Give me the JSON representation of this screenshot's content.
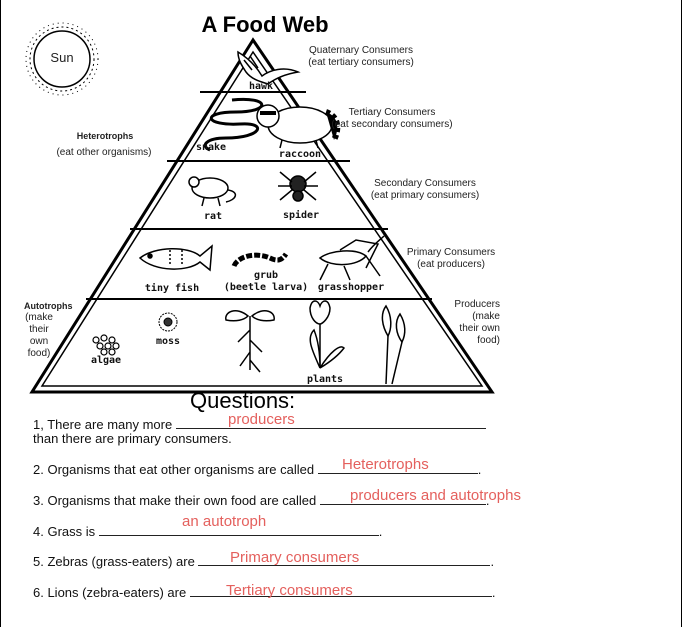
{
  "title": "A Food Web",
  "sun_label": "Sun",
  "heterotrophs": {
    "heading": "Heterotrophs",
    "sub": "(eat other organisms)"
  },
  "autotrophs": {
    "heading": "Autotrophs",
    "l1": "(make",
    "l2": "their",
    "l3": "own",
    "l4": "food)"
  },
  "right_labels": {
    "quaternary": {
      "l1": "Quaternary Consumers",
      "l2": "(eat tertiary consumers)"
    },
    "tertiary": {
      "l1": "Tertiary Consumers",
      "l2": "(eat secondary consumers)"
    },
    "secondary": {
      "l1": "Secondary Consumers",
      "l2": "(eat primary consumers)"
    },
    "primary": {
      "l1": "Primary Consumers",
      "l2": "(eat producers)"
    },
    "producers": {
      "l1": "Producers",
      "l2": "(make",
      "l3": "their own",
      "l4": "food)"
    }
  },
  "organisms": {
    "hawk": "hawk",
    "snake": "snake",
    "raccoon": "raccoon",
    "rat": "rat",
    "spider": "spider",
    "tiny_fish": "tiny fish",
    "grub_1": "grub",
    "grub_2": "(beetle larva)",
    "grasshopper": "grasshopper",
    "moss": "moss",
    "algae": "algae",
    "plants": "plants"
  },
  "questions_title": "Questions:",
  "questions": [
    {
      "prefix": "1, There are many more",
      "suffix": "",
      "line2": "than there are primary consumers.",
      "answer": "producers"
    },
    {
      "prefix": "2. Organisms that eat other organisms are called",
      "suffix": ".",
      "answer": "Heterotrophs"
    },
    {
      "prefix": "3. Organisms that make their own food are called",
      "suffix": ".",
      "answer": "producers and autotrophs"
    },
    {
      "prefix": "4. Grass is",
      "suffix": ".",
      "answer": "an autotroph"
    },
    {
      "prefix": "5. Zebras (grass-eaters) are",
      "suffix": ".",
      "answer": "Primary consumers"
    },
    {
      "prefix": "6. Lions (zebra-eaters) are",
      "suffix": ".",
      "answer": "Tertiary consumers"
    }
  ],
  "colors": {
    "answer": "#e4605d",
    "ink": "#111111"
  }
}
